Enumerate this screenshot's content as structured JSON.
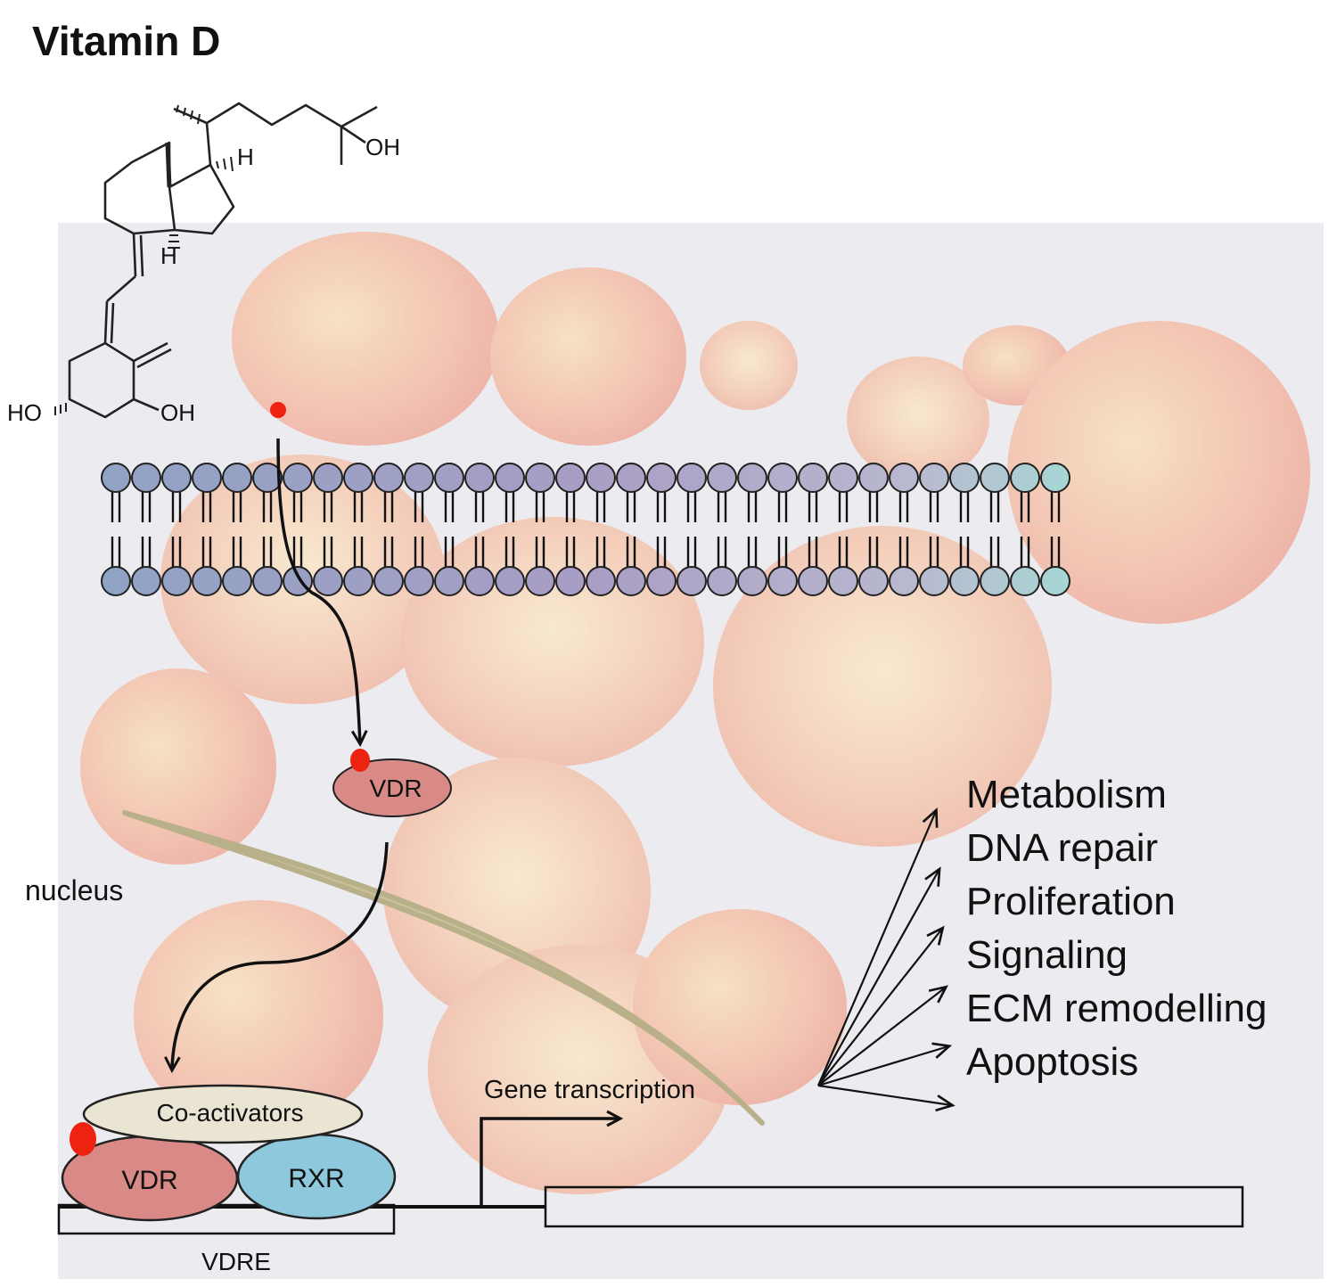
{
  "title": "Vitamin D",
  "molecule": {
    "labels": {
      "oh_side_chain": "OH",
      "h_top": "H",
      "h_bottom": "H",
      "ho_ring": "HO",
      "oh_ring": "OH"
    }
  },
  "labels": {
    "nucleus": "nucleus",
    "vdr_cytoplasm": "VDR",
    "coactivators": "Co-activators",
    "vdr_complex": "VDR",
    "rxr": "RXR",
    "vdre": "VDRE",
    "gene_transcription": "Gene transcription"
  },
  "outcomes": [
    "Metabolism",
    "DNA repair",
    "Proliferation",
    "Signaling",
    "ECM remodelling",
    "Apoptosis"
  ],
  "colors": {
    "ligand": "#ee2211",
    "vdr": "#d98a87",
    "rxr": "#8ec8dc",
    "coactivators": "#eae4d2",
    "nuclear_envelope": "#c9c29a",
    "lipid_head_left": "#8fa3c4",
    "lipid_head_mid": "#a99dc4",
    "lipid_head_right": "#a7d6d4"
  }
}
